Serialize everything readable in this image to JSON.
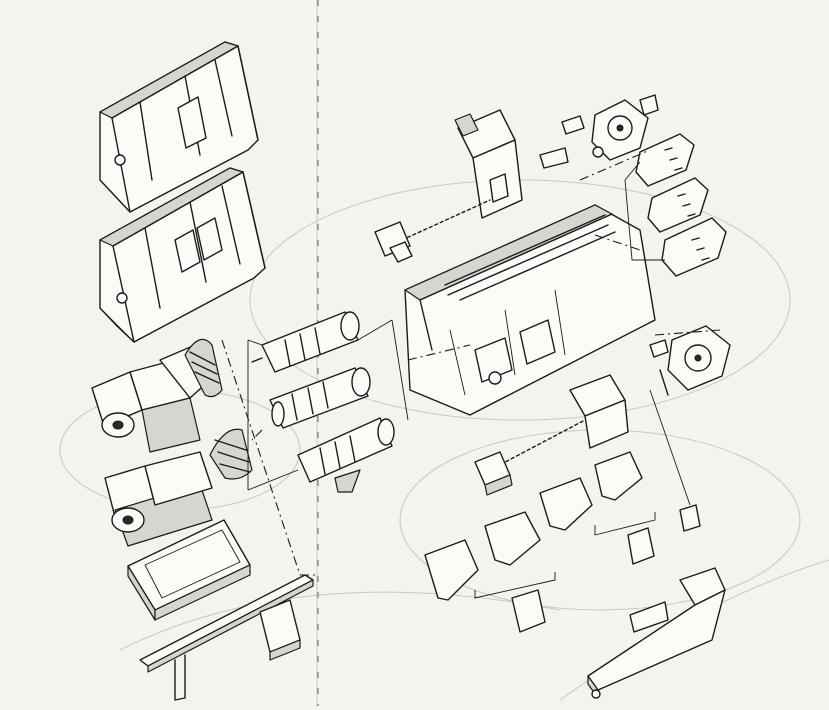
{
  "drawing": {
    "type": "exploded-assembly-line-drawing",
    "colors": {
      "paper": "#f4f3ee",
      "ink": "#1b1b1b",
      "shade": "#d6d5d0",
      "pencil": "#c9c7c0"
    },
    "groups": [
      {
        "id": "enclosure-large",
        "icon": "machine-enclosure-icon"
      },
      {
        "id": "enclosure-small",
        "icon": "machine-enclosure-icon"
      },
      {
        "id": "main-spindle-motor",
        "icon": "motor-icon"
      },
      {
        "id": "sub-spindle-motor",
        "icon": "motor-icon"
      },
      {
        "id": "motor-base",
        "icon": "base-plate-icon"
      },
      {
        "id": "bar-feeder-rail",
        "icon": "rail-icon"
      },
      {
        "id": "spindle-cartridges",
        "icon": "spindle-icon",
        "count": 3
      },
      {
        "id": "machine-bed",
        "icon": "bed-icon"
      },
      {
        "id": "upper-cross-slide",
        "icon": "slide-icon"
      },
      {
        "id": "upper-turret",
        "icon": "turret-icon"
      },
      {
        "id": "tool-blocks",
        "icon": "tool-block-icon",
        "count": 3
      },
      {
        "id": "lower-cross-slide",
        "icon": "slide-icon"
      },
      {
        "id": "lower-turret",
        "icon": "turret-icon"
      },
      {
        "id": "tool-holders",
        "icon": "tool-holder-icon",
        "count": 5
      },
      {
        "id": "clamp-units",
        "icon": "clamp-icon",
        "count": 3
      },
      {
        "id": "chip-conveyor",
        "icon": "conveyor-icon"
      }
    ]
  }
}
